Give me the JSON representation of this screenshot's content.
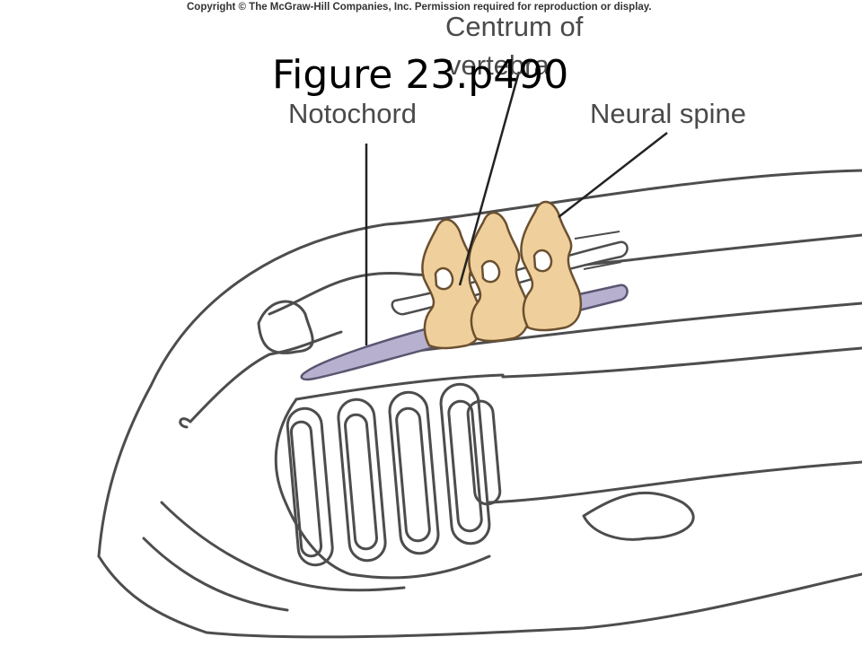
{
  "copyright": "Copyright © The McGraw-Hill Companies, Inc. Permission required for reproduction or display.",
  "slide": {
    "title": "Figure 23.p490"
  },
  "labels": {
    "centrum_line1": "Centrum of",
    "centrum_line2": "vertebra",
    "notochord": "Notochord",
    "neural_spine": "Neural spine"
  },
  "colors": {
    "outline": "#4d4d4d",
    "vertebra_fill": "#efcf9b",
    "vertebra_stroke": "#6b5030",
    "notochord_fill": "#b7b0cf",
    "notochord_stroke": "#5a5570",
    "label_text": "#4a4a4a",
    "title_text": "#000000"
  }
}
